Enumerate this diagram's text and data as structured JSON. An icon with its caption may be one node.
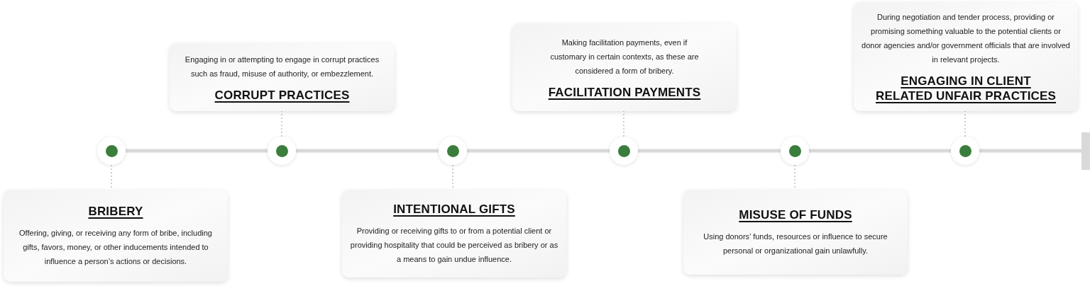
{
  "diagram": {
    "nodes": [
      {
        "text": [
          "BRIBERY",
          "Offering, giving, or receiving any form of bribe, including gifts, favors, money, or other inducements intended to influence a person’s actions or decisions."
        ]
      },
      {
        "text": [
          "Engaging in or attempting to engage in corrupt practices such as fraud, misuse of authority, or embezzlement.",
          "CORRUPT PRACTICES"
        ]
      },
      {
        "text": [
          "INTENTIONAL GIFTS",
          "Providing or receiving gifts to or from a potential client or providing hospitality that could be perceived as bribery or as a means to gain undue influence."
        ]
      },
      {
        "text": [
          "Making facilitation payments, even if customary in certain contexts, as these are considered a form of bribery.",
          "FACILITATION PAYMENTS"
        ]
      },
      {
        "text": [
          "MISUSE OF FUNDS",
          "Using donors’ funds, resources or influence to secure personal or organizational gain unlawfully."
        ]
      },
      {
        "text": [
          "During negotiation and tender process, providing or promising something valuable to the potential clients or donor agencies and/or government officials that are involved in relevant projects.",
          "ENGAGING IN CLIENT RELATED UNFAIR PRACTICES"
        ]
      },
      {
        "text": [],
        "shape": "circle"
      },
      {
        "text": [],
        "shape": "circle"
      },
      {
        "text": [],
        "shape": "circle"
      },
      {
        "text": [],
        "shape": "circle"
      },
      {
        "text": [],
        "shape": "circle"
      },
      {
        "text": [],
        "shape": "circle"
      },
      {
        "text": [],
        "shape": "bar"
      }
    ],
    "edges": [
      {
        "from": 6,
        "to": 7,
        "arrow": "none",
        "style": "thick",
        "color": "#d9d9d9"
      },
      {
        "from": 7,
        "to": 8,
        "arrow": "none",
        "style": "thick",
        "color": "#d9d9d9"
      },
      {
        "from": 8,
        "to": 9,
        "arrow": "none",
        "style": "thick",
        "color": "#d9d9d9"
      },
      {
        "from": 9,
        "to": 10,
        "arrow": "none",
        "style": "thick",
        "color": "#d9d9d9"
      },
      {
        "from": 10,
        "to": 11,
        "arrow": "none",
        "style": "thick",
        "color": "#d9d9d9"
      },
      {
        "from": 11,
        "to": 12,
        "arrow": "none",
        "style": "thick",
        "color": "#d9d9d9"
      },
      {
        "from": 6,
        "to": 0,
        "arrow": "none",
        "style": "dashed"
      },
      {
        "from": 7,
        "to": 1,
        "arrow": "none",
        "style": "dashed"
      },
      {
        "from": 8,
        "to": 2,
        "arrow": "none",
        "style": "dashed"
      },
      {
        "from": 9,
        "to": 3,
        "arrow": "none",
        "style": "dashed"
      },
      {
        "from": 10,
        "to": 4,
        "arrow": "none",
        "style": "dashed"
      },
      {
        "from": 11,
        "to": 5,
        "arrow": "none",
        "style": "dashed"
      }
    ]
  }
}
